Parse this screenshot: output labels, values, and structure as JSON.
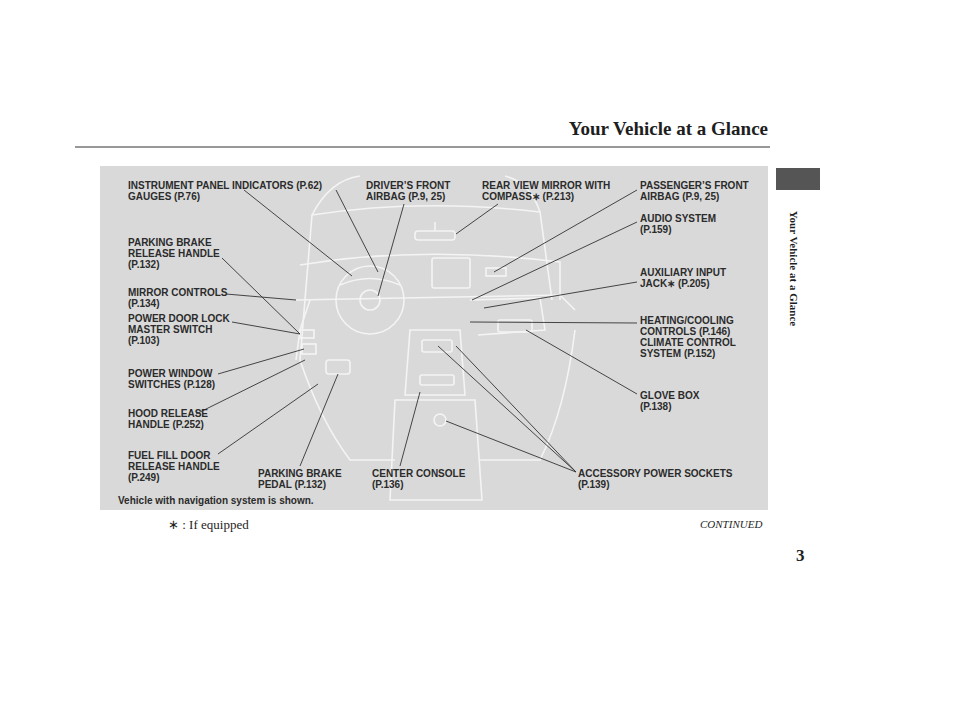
{
  "diagram": {
    "title": "Your Vehicle at a Glance",
    "labels": [
      "INSTRUMENT PANEL INDICATORS (P.62) GAUGES (P.76)",
      "DRIVER’S FRONT AIRBAG (P.9, 25)",
      "REAR VIEW MIRROR WITH COMPASS∗ (P.213)",
      "PASSENGER’S FRONT AIRBAG (P.9, 25)",
      "PARKING BRAKE RELEASE HANDLE (P.132)",
      "AUDIO SYSTEM (P.159)",
      "AUXILIARY INPUT JACK∗ (P.205)",
      "MIRROR CONTROLS (P.134)",
      "POWER DOOR LOCK MASTER SWITCH (P.103)",
      "HEATING/COOLING CONTROLS (P.146) CLIMATE CONTROL SYSTEM (P.152)",
      "POWER WINDOW SWITCHES (P.128)",
      "HOOD RELEASE HANDLE (P.252)",
      "GLOVE BOX (P.138)",
      "FUEL FILL DOOR RELEASE HANDLE (P.249)",
      "PARKING BRAKE PEDAL (P.132)",
      "CENTER CONSOLE (P.136)",
      "ACCESSORY POWER SOCKETS (P.139)",
      "Vehicle with navigation system is shown.",
      "∗ : If equipped",
      "CONTINUED",
      "Your Vehicle at a Glance",
      "3"
    ]
  }
}
